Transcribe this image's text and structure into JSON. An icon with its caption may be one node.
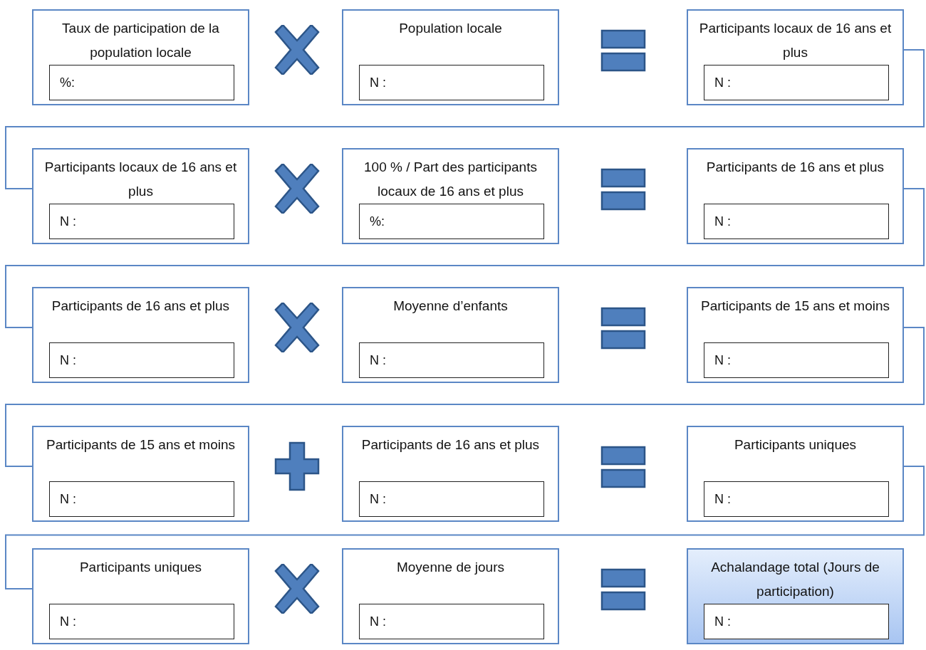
{
  "diagram": {
    "nodes": [
      {
        "text": [
          "Taux de participation de la population locale"
        ]
      },
      {
        "text": [
          "%:"
        ],
        "in": 0
      },
      {
        "text": [],
        "shape": "cross"
      },
      {
        "text": [
          "Population locale"
        ]
      },
      {
        "text": [
          "N :"
        ],
        "in": 3
      },
      {
        "text": [],
        "shape": "equals"
      },
      {
        "text": [
          "Participants locaux de 16 ans et plus"
        ]
      },
      {
        "text": [
          "N :"
        ],
        "in": 6
      },
      {
        "text": [
          "Participants locaux de 16 ans et plus"
        ]
      },
      {
        "text": [
          "N :"
        ],
        "in": 8
      },
      {
        "text": [],
        "shape": "cross"
      },
      {
        "text": [
          "100 % / Part des participants locaux de 16 ans et plus"
        ]
      },
      {
        "text": [
          "%:"
        ],
        "in": 11
      },
      {
        "text": [],
        "shape": "equals"
      },
      {
        "text": [
          "Participants de 16 ans et plus"
        ]
      },
      {
        "text": [
          "N :"
        ],
        "in": 14
      },
      {
        "text": [
          "Participants de 16 ans et plus"
        ]
      },
      {
        "text": [
          "N :"
        ],
        "in": 16
      },
      {
        "text": [],
        "shape": "cross"
      },
      {
        "text": [
          "Moyenne d’enfants"
        ]
      },
      {
        "text": [
          "N :"
        ],
        "in": 19
      },
      {
        "text": [],
        "shape": "equals"
      },
      {
        "text": [
          "Participants de 15 ans et moins"
        ]
      },
      {
        "text": [
          "N :"
        ],
        "in": 22
      },
      {
        "text": [
          "Participants de 15 ans et moins"
        ]
      },
      {
        "text": [
          "N :"
        ],
        "in": 24
      },
      {
        "text": [],
        "shape": "plus"
      },
      {
        "text": [
          "Participants de 16 ans et plus"
        ]
      },
      {
        "text": [
          "N :"
        ],
        "in": 27
      },
      {
        "text": [],
        "shape": "equals"
      },
      {
        "text": [
          "Participants uniques"
        ]
      },
      {
        "text": [
          "N :"
        ],
        "in": 30
      },
      {
        "text": [
          "Participants uniques"
        ]
      },
      {
        "text": [
          "N :"
        ],
        "in": 32
      },
      {
        "text": [],
        "shape": "cross"
      },
      {
        "text": [
          "Moyenne de jours"
        ]
      },
      {
        "text": [
          "N :"
        ],
        "in": 35
      },
      {
        "text": [],
        "shape": "equals"
      },
      {
        "text": [
          "Achalandage total (Jours de participation)"
        ]
      },
      {
        "text": [
          "N :"
        ],
        "in": 38
      }
    ],
    "edges": [
      {
        "from": 6,
        "to": 8,
        "arrow": "none"
      },
      {
        "from": 14,
        "to": 16,
        "arrow": "none"
      },
      {
        "from": 22,
        "to": 24,
        "arrow": "none"
      },
      {
        "from": 30,
        "to": 32,
        "arrow": "none"
      }
    ]
  }
}
